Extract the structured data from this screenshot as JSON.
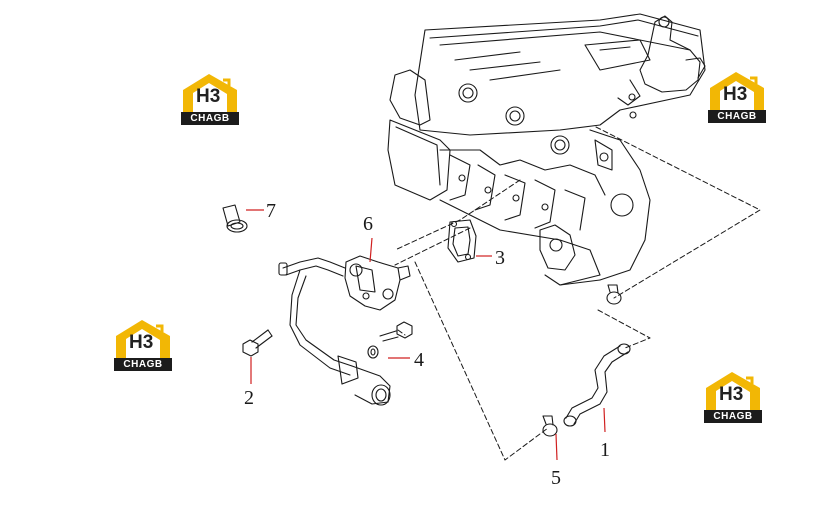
{
  "callouts": [
    "1",
    "2",
    "3",
    "4",
    "5",
    "6",
    "7"
  ],
  "watermark": {
    "mark": "H3",
    "subtext": "CHAGB",
    "accent_color": "#f2b705",
    "dark_color": "#1c1c1c"
  },
  "line_color": "#1a1a1a",
  "leader_color": "#d02020"
}
